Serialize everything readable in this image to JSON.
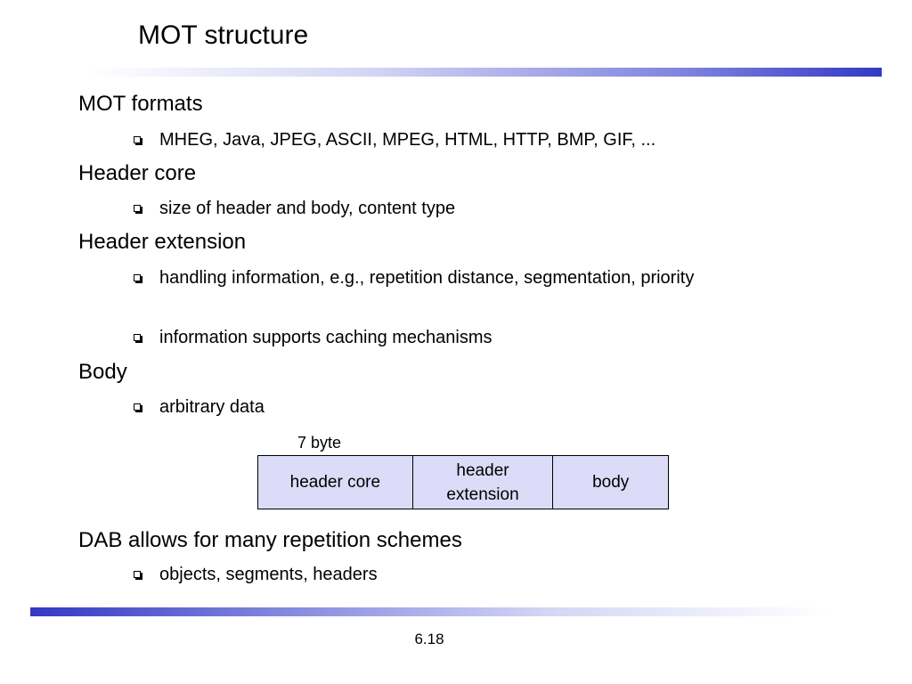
{
  "title": "MOT structure",
  "sections": [
    {
      "heading": "MOT formats",
      "bullets": [
        "MHEG, Java, JPEG, ASCII, MPEG, HTML, HTTP, BMP, GIF, ..."
      ]
    },
    {
      "heading": "Header core",
      "bullets": [
        "size of header and body, content type"
      ]
    },
    {
      "heading": "Header extension",
      "bullets": [
        "handling information, e.g., repetition distance, segmentation, priority",
        "information supports caching mechanisms"
      ]
    },
    {
      "heading": "Body",
      "bullets": [
        "arbitrary data"
      ]
    },
    {
      "heading": "DAB allows for many repetition schemes",
      "bullets": [
        "objects, segments, headers"
      ]
    }
  ],
  "diagram": {
    "label": "7 byte",
    "cells": [
      "header core",
      "header extension",
      "body"
    ],
    "fill_color": "#dcdcf8"
  },
  "page_number": "6.18",
  "colors": {
    "accent_bar": "#3338c4"
  }
}
